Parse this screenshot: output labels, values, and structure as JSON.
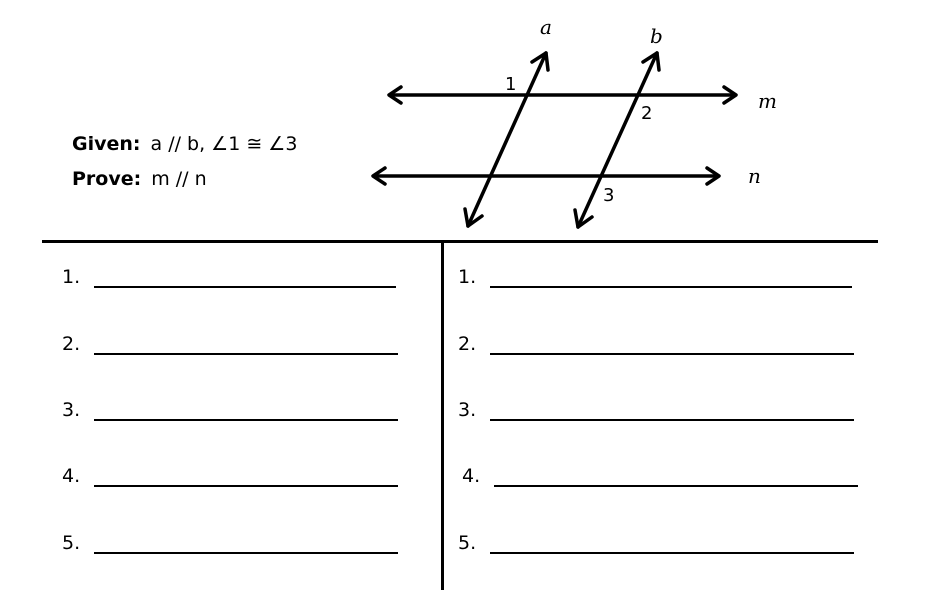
{
  "given": {
    "label": "Given:",
    "text": "a // b, ∠1 ≅ ∠3"
  },
  "prove": {
    "label": "Prove:",
    "text": "m // n"
  },
  "diagram": {
    "line_labels": {
      "a": "a",
      "b": "b",
      "m": "m",
      "n": "n"
    },
    "angle_labels": {
      "one": "1",
      "two": "2",
      "three": "3"
    }
  },
  "statements": [
    "1.",
    "2.",
    "3.",
    "4.",
    "5."
  ],
  "reasons": [
    "1.",
    "2.",
    "3.",
    "4.",
    "5."
  ]
}
